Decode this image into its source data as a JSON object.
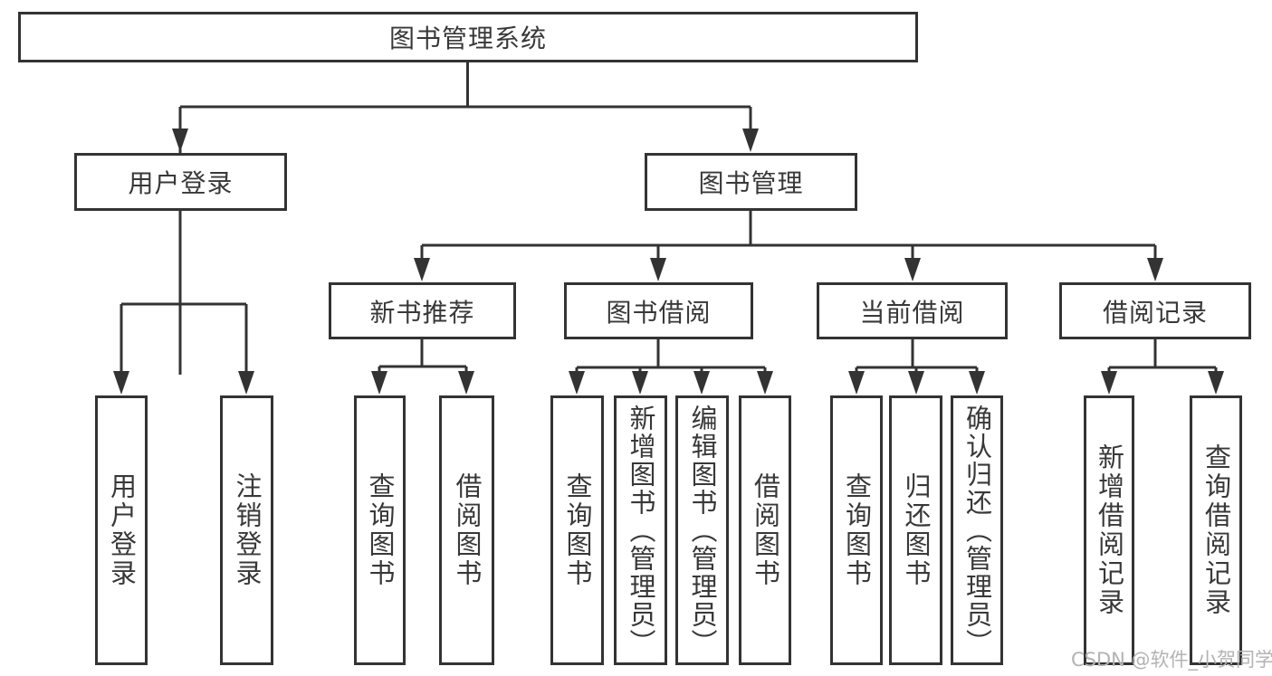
{
  "diagram_title": "图书管理系统",
  "nodes": {
    "root": "图书管理系统",
    "user_login": "用户登录",
    "book_mgmt": "图书管理",
    "new_book": "新书推荐",
    "book_borrow": "图书借阅",
    "current_borrow": "当前借阅",
    "borrow_record": "借阅记录",
    "leaf_user_login": "用户登录",
    "leaf_logout": "注销登录",
    "nb_query": "查询图书",
    "nb_borrow": "借阅图书",
    "bb_query": "查询图书",
    "bb_add": "新增图书（管理员）",
    "bb_edit": "编辑图书（管理员）",
    "bb_borrow": "借阅图书",
    "cb_query": "查询图书",
    "cb_return": "归还图书",
    "cb_confirm": "确认归还（管理员）",
    "br_add": "新增借阅记录",
    "br_query": "查询借阅记录"
  },
  "hierarchy": {
    "图书管理系统": {
      "用户登录": [
        "用户登录",
        "注销登录"
      ],
      "图书管理": {
        "新书推荐": [
          "查询图书",
          "借阅图书"
        ],
        "图书借阅": [
          "查询图书",
          "新增图书（管理员）",
          "编辑图书（管理员）",
          "借阅图书"
        ],
        "当前借阅": [
          "查询图书",
          "归还图书",
          "确认归还（管理员）"
        ],
        "借阅记录": [
          "新增借阅记录",
          "查询借阅记录"
        ]
      }
    }
  },
  "watermark": "CSDN @软件_小贺同学",
  "colors": {
    "line": "#333333",
    "text": "#383838",
    "watermark": "#b3b3b3",
    "background": "#ffffff"
  }
}
